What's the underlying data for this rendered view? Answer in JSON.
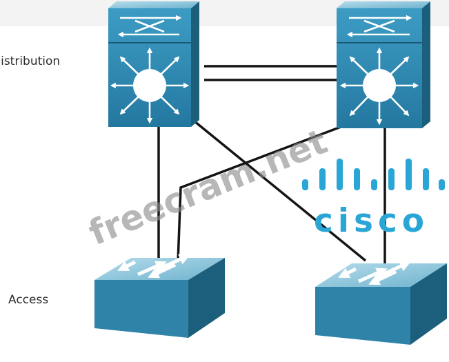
{
  "labels": {
    "distribution": "Distribution",
    "access": "Access"
  },
  "watermark": {
    "text": "freecram.net"
  },
  "logo": {
    "text": "cisco"
  },
  "colors": {
    "device_front": "#2e86ad",
    "device_top": "#8ec6dc",
    "device_side": "#1c5f7d",
    "links": "#141414",
    "cisco_blue": "#2aa6d6",
    "watermark": "#8a8a8a"
  },
  "devices": [
    {
      "id": "distribution-switch-left",
      "tier": "distribution",
      "icon": "multilayer-switch-icon"
    },
    {
      "id": "distribution-switch-right",
      "tier": "distribution",
      "icon": "multilayer-switch-icon"
    },
    {
      "id": "access-switch-left",
      "tier": "access",
      "icon": "workgroup-switch-icon"
    },
    {
      "id": "access-switch-right",
      "tier": "access",
      "icon": "workgroup-switch-icon"
    }
  ]
}
